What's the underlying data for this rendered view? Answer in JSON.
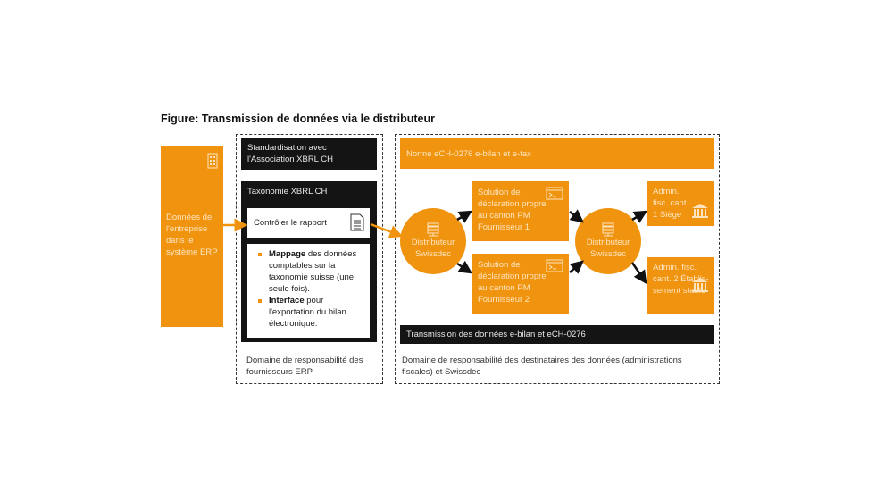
{
  "title": "Figure: Transmission de données via le distributeur",
  "erp": {
    "label": "Données de l'entreprise dans le système ERP",
    "icon": "building-icon"
  },
  "erp_domain": {
    "standardisation": "Standardisation avec l'Association XBRL CH",
    "taxonomie": "Taxonomie XBRL CH",
    "controler": "Contrôler le rapport",
    "bullets": [
      {
        "bold": "Mappage",
        "text": " des données comptables sur la taxonomie suisse (une seule fois)."
      },
      {
        "bold": "Interface",
        "text": " pour l'exportation du bilan électronique."
      }
    ],
    "footer": "Domaine de responsabilité des fournisseurs ERP"
  },
  "recipient_domain": {
    "norme": "Norme eCH-0276 e-bilan et e-tax",
    "distributor1": "Distributeur Swissdec",
    "distributor2": "Distributeur Swissdec",
    "solution1": "Solution de déclaration propre au canton PM Fournisseur 1",
    "solution2": "Solution de déclaration propre au canton PM Fournisseur 2",
    "admin1": "Admin. fisc. cant. 1 Siège",
    "admin2": "Admin. fisc. cant. 2 Établis-sement stable",
    "transmission": "Transmission des données e-bilan et eCH-0276",
    "footer": "Domaine de responsabilité des destinataires des données (administrations fiscales) et Swissdec"
  },
  "colors": {
    "orange": "#f0940f",
    "black": "#141414"
  }
}
